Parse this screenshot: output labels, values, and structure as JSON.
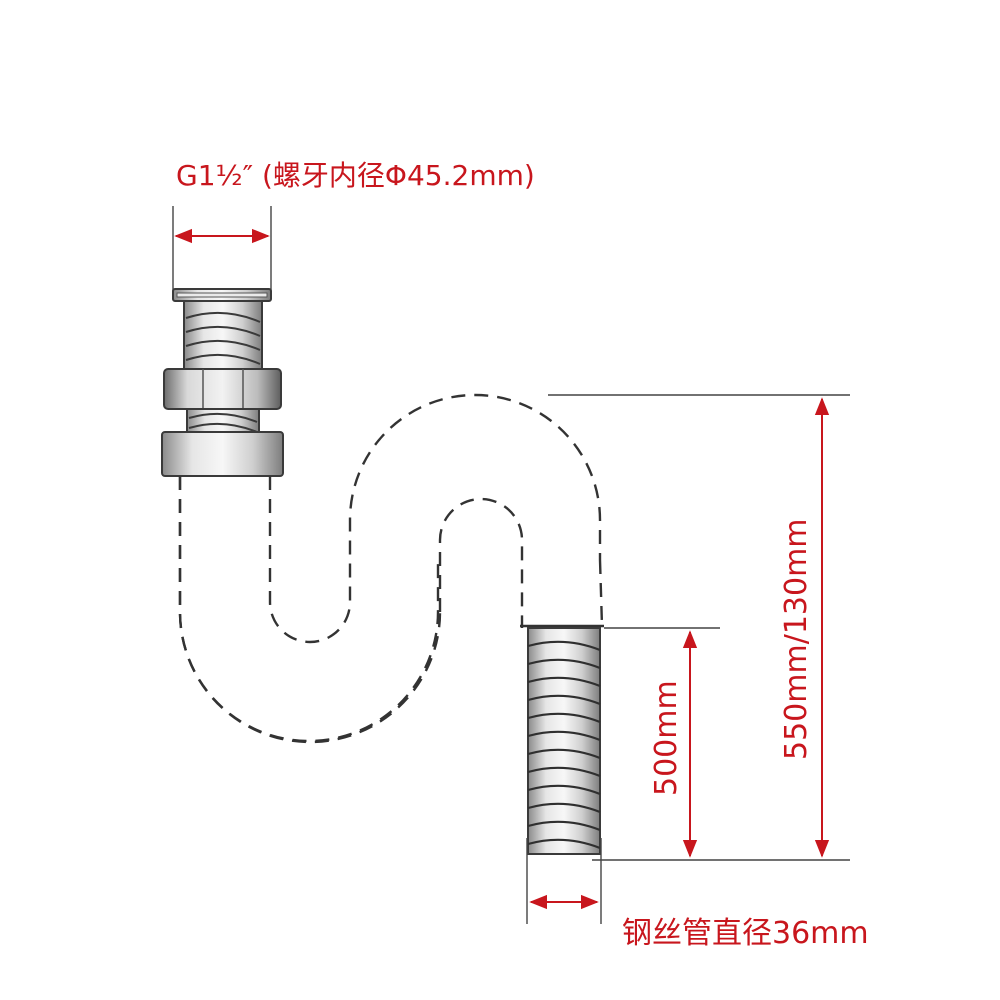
{
  "labels": {
    "thread_spec": "G1½″ (螺牙内径Φ45.2mm)",
    "total_length": "550mm/130mm",
    "hose_length": "500mm",
    "hose_diameter": "钢丝管直径36mm"
  },
  "colors": {
    "dimension": "#c8161d",
    "outline": "#333333",
    "metal": "#bdbdbd"
  }
}
